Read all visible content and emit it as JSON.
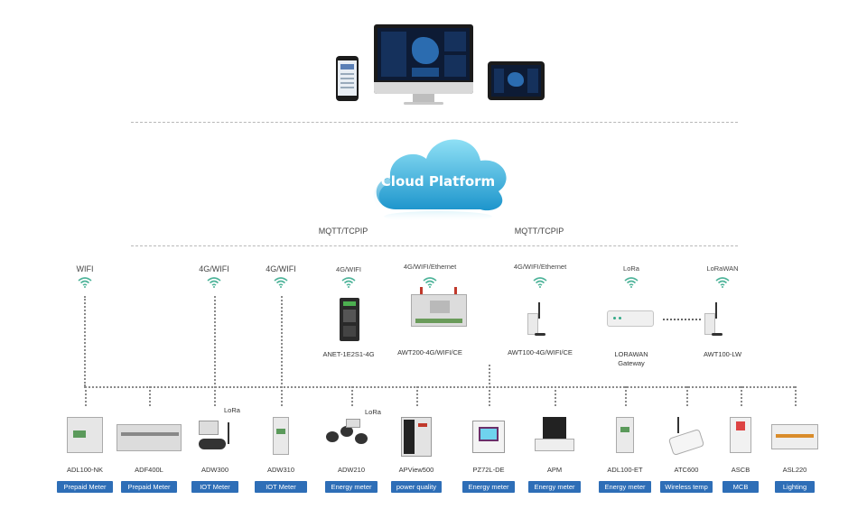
{
  "cloud": {
    "title": "Cloud Platform"
  },
  "protocols": {
    "left": "MQTT/TCPIP",
    "right": "MQTT/TCPIP"
  },
  "gateways": [
    {
      "conn": "WIFI"
    },
    {
      "conn": "4G/WIFI"
    },
    {
      "conn": "4G/WIFI"
    },
    {
      "conn": "4G/WIFI",
      "name": "ANET-1E2S1-4G"
    },
    {
      "conn": "4G/WIFI/Ethernet",
      "name": "AWT200-4G/WIFI/CE"
    },
    {
      "conn": "4G/WIFI/Ethernet",
      "name": "AWT100-4G/WIFI/CE"
    },
    {
      "conn": "LoRa",
      "name": "LORAWAN\nGateway"
    },
    {
      "conn": "LoRaWAN",
      "name": "AWT100-LW"
    }
  ],
  "lora_tags": [
    "LoRa",
    "LoRa"
  ],
  "devices": [
    {
      "name": "ADL100-NK",
      "category": "Prepaid Meter"
    },
    {
      "name": "ADF400L",
      "category": "Prepaid Meter"
    },
    {
      "name": "ADW300",
      "category": "IOT Meter"
    },
    {
      "name": "ADW310",
      "category": "IOT Meter"
    },
    {
      "name": "ADW210",
      "category": "Energy meter"
    },
    {
      "name": "APView500",
      "category": "power quality"
    },
    {
      "name": "PZ72L-DE",
      "category": "Energy meter"
    },
    {
      "name": "APM",
      "category": "Energy meter"
    },
    {
      "name": "ADL100-ET",
      "category": "Energy meter"
    },
    {
      "name": "ATC600",
      "category": "Wireless temp"
    },
    {
      "name": "ASCB",
      "category": "MCB"
    },
    {
      "name": "ASL220",
      "category": "Lighting"
    }
  ],
  "colors": {
    "accent": "#2e6eb7",
    "cloud_top": "#6fd3ee",
    "cloud_bottom": "#1f9ccf",
    "wifi": "#4fb49a"
  }
}
